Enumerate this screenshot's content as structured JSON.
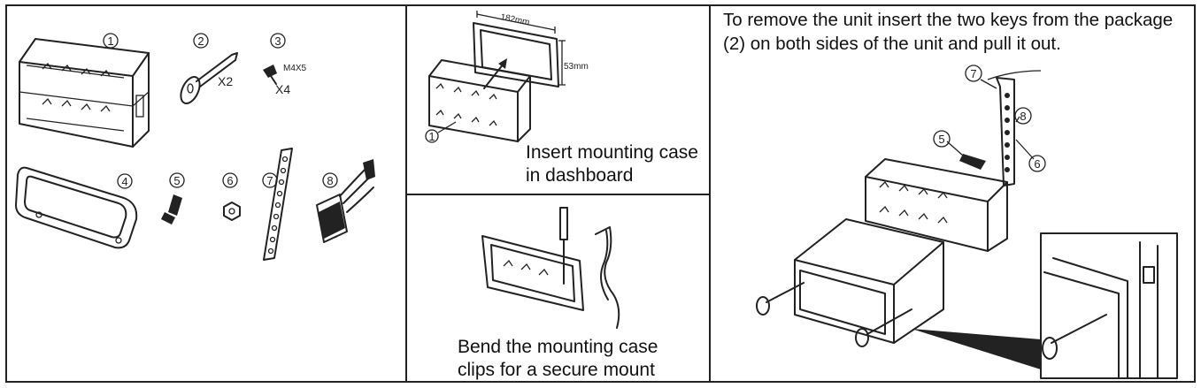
{
  "parts_panel": {
    "callouts": [
      "1",
      "2",
      "3",
      "4",
      "5",
      "6",
      "7",
      "8"
    ],
    "qty_keys": "X2",
    "screw_size": "M4X5",
    "qty_screws": "X4"
  },
  "insert_panel": {
    "width_dim": "182mm",
    "height_dim": "53mm",
    "callout": "1",
    "caption_line1": "Insert mounting case",
    "caption_line2": "in dashboard"
  },
  "bend_panel": {
    "caption_line1": "Bend the mounting case",
    "caption_line2": "clips for a secure mount"
  },
  "remove_panel": {
    "instruction": "To remove the unit insert the two keys from the package (2) on both sides of the unit and pull it out.",
    "callouts": [
      "7",
      "5",
      "8",
      "6"
    ]
  }
}
